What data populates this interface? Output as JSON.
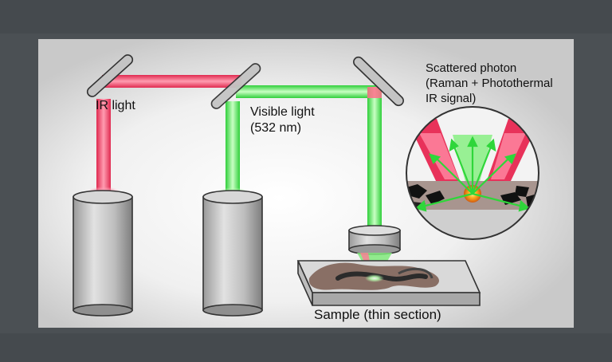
{
  "labels": {
    "ir_light": "IR light",
    "visible_line1": "Visible light",
    "visible_line2": "(532 nm)",
    "scattered_line1": "Scattered photon",
    "scattered_line2": "(Raman + Photothermal",
    "scattered_line3": "IR signal)",
    "sample": "Sample (thin section)"
  },
  "colors": {
    "ir_beam": "#ee3a5e",
    "visible_beam": "#52e052",
    "metal": "#c8c8c8",
    "background": "#4b5054"
  }
}
